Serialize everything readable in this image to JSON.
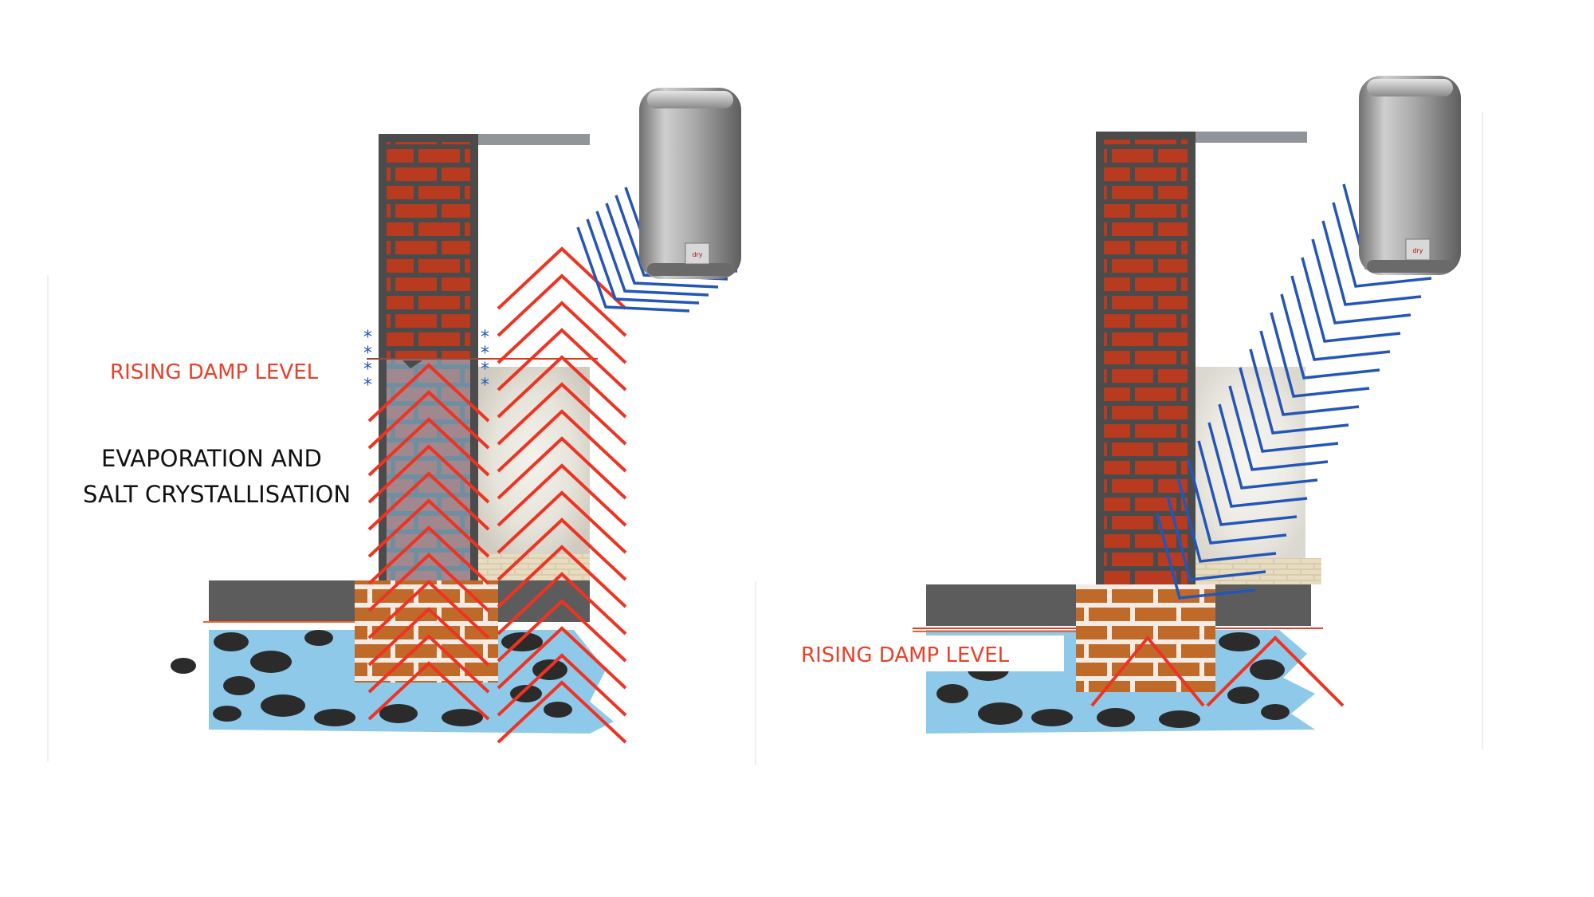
{
  "panels": [
    {
      "id": "before",
      "labels": {
        "damp_level": "RISING DAMP LEVEL",
        "evaporation_line1": "EVAPORATION AND",
        "evaporation_line2": "SALT CRYSTALLISATION"
      },
      "device_brand": "dry"
    },
    {
      "id": "after",
      "labels": {
        "damp_level": "RISING DAMP LEVEL"
      },
      "device_brand": "dry"
    }
  ],
  "colors": {
    "brick": "#b83a1f",
    "mortar_wall": "#4b4b4b",
    "damp_brick": "#c06a2a",
    "water": "#8ec9ea",
    "stone": "#2b2b2b",
    "slab": "#5c5c5c",
    "red_signal": "#ee3322",
    "blue_signal": "#2456b8",
    "salt": "#e9e7e0",
    "label_red": "#e8412a",
    "label_black": "#111111",
    "device_body": "#9a9a9a"
  }
}
